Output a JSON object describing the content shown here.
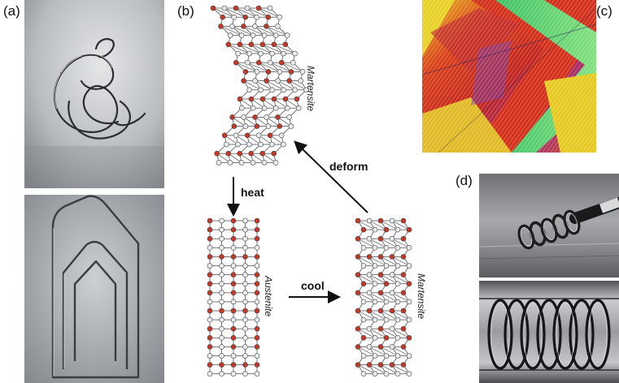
{
  "panels": {
    "a": "(a)",
    "b": "(b)",
    "c": "(c)",
    "d": "(d)"
  },
  "lattice_labels": {
    "martensite_top": "Martensite",
    "austenite": "Austenite",
    "martensite_right": "Martensite"
  },
  "arrows": {
    "heat": "heat",
    "cool": "cool",
    "deform": "deform"
  },
  "colors": {
    "atom_red": "#c0392b",
    "atom_white": "#e8ecef",
    "bond": "#555555"
  }
}
